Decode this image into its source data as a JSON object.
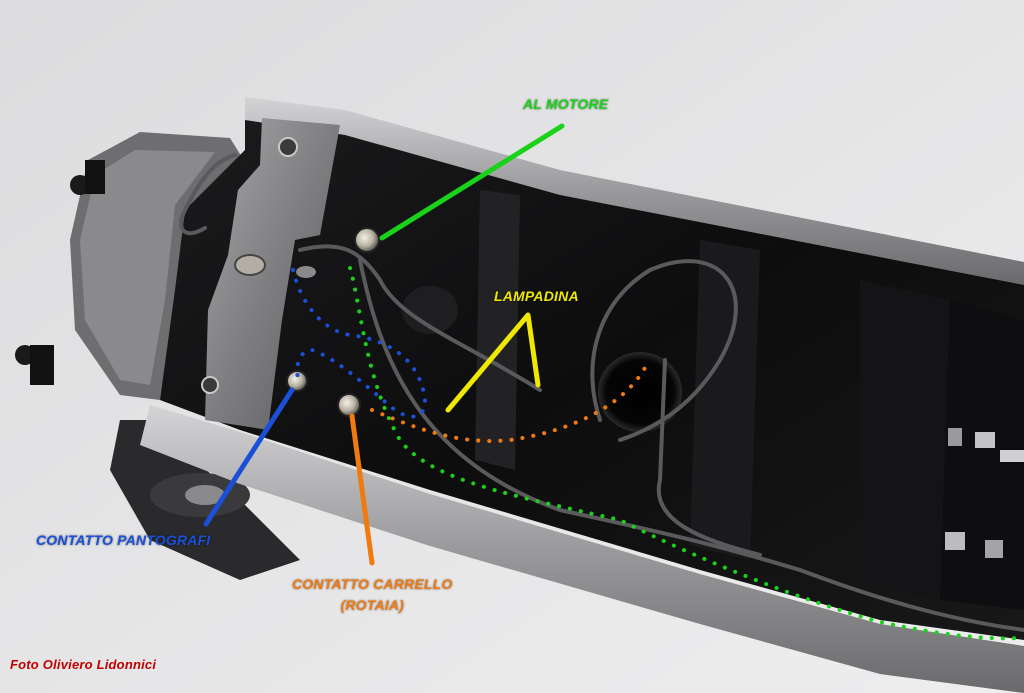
{
  "labels": {
    "motor": "AL MOTORE",
    "lamp": "LAMPADINA",
    "pantograph": "CONTATTO PANTOGRAFI",
    "bogie_line1": "CONTATTO CARRELLO",
    "bogie_line2": "(ROTAIA)",
    "credit": "Foto  Oliviero Lidonnici"
  },
  "colors": {
    "motor": "#19d219",
    "lamp": "#f0e800",
    "pantograph": "#1a4fd8",
    "bogie": "#f07a10",
    "credit": "#c00000"
  }
}
